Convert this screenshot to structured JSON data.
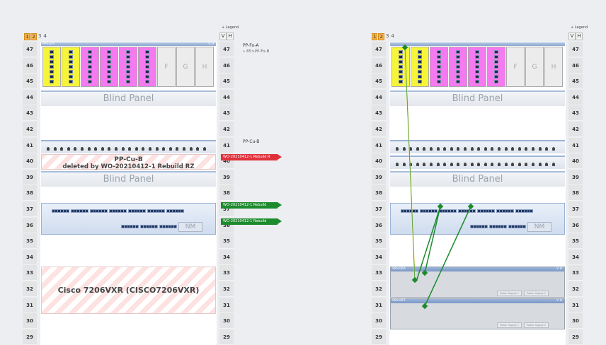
{
  "left_view": {
    "tabs": [
      "1",
      "2",
      "3",
      "4"
    ],
    "active_tabs": [
      "1",
      "2"
    ],
    "legend": "+ Legend",
    "view_toggle": [
      "V",
      "H"
    ],
    "rack_units": [
      "47",
      "46",
      "45",
      "44",
      "43",
      "42",
      "41",
      "40",
      "39",
      "38",
      "37",
      "36",
      "35",
      "34",
      "33",
      "32",
      "31",
      "30",
      "29"
    ],
    "pp_fo_a": {
      "title": "PP-Fo-A",
      "corner": "V H",
      "empty_slots": [
        "F",
        "G",
        "H"
      ],
      "side_label": "PP-Fo-A",
      "side_sub": "» 85>PP-Fo-B"
    },
    "blind_panel_top": "Blind Panel",
    "pp_cu_b_side_label": "PP-Cu-B",
    "deleted": {
      "line1": "PP-Cu-B",
      "line2": "deleted by WO-20210412-1 Rebuild RZ"
    },
    "blind_panel_mid": "Blind Panel",
    "switch": {
      "nm_label": "NM"
    },
    "cisco": "Cisco 7206VXR (CISCO7206VXR)",
    "flags": [
      {
        "text": "WO-20210412-1 Rebuild R",
        "color": "#e0313b"
      },
      {
        "text": "WO-20210412-1 Rebuild",
        "color": "#1e8a2e"
      },
      {
        "text": "WO-20210412-1 Rebuild",
        "color": "#1e8a2e"
      }
    ]
  },
  "right_view": {
    "tabs": [
      "1",
      "2",
      "3",
      "4"
    ],
    "active_tabs": [
      "1",
      "2"
    ],
    "legend": "+ Legend",
    "view_toggle": [
      "V",
      "H"
    ],
    "empty_slots": [
      "F",
      "G",
      "H"
    ],
    "blind_panel_top": "Blind Panel",
    "blind_panel_mid": "Blind Panel",
    "nm_label": "NM",
    "servers": [
      {
        "name": "SRV-066",
        "corner": "V H",
        "psu": [
          "Power Supply 1",
          "Power Supply 2"
        ]
      },
      {
        "name": "SRV-067",
        "corner": "V H",
        "psu": [
          "Power Supply 1",
          "Power Supply 2"
        ]
      }
    ]
  },
  "colors": {
    "cable_green": "#1e8a2e",
    "cable_yellow": "#d8d86a",
    "fiber_yellow": "#f7f53a",
    "fiber_magenta": "#f57af0",
    "alert_red": "#e0313b"
  }
}
